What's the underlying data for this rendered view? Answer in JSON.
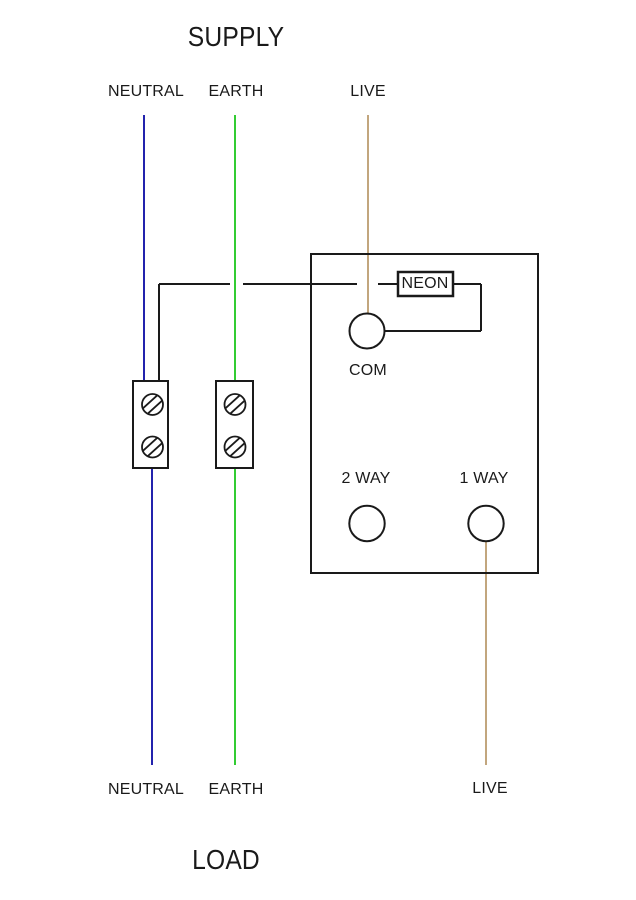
{
  "titles": {
    "supply": "SUPPLY",
    "load": "LOAD"
  },
  "supply": {
    "neutral": "NEUTRAL",
    "earth": "EARTH",
    "live": "LIVE"
  },
  "load": {
    "neutral": "NEUTRAL",
    "earth": "EARTH",
    "live": "LIVE"
  },
  "switch": {
    "neon": "NEON",
    "com": "COM",
    "two_way": "2 WAY",
    "one_way": "1 WAY"
  },
  "colors": {
    "neutral_wire": "#2323ad",
    "earth_wire": "#33cc33",
    "live_wire": "#c2a67e",
    "line": "#1a1a1a",
    "background": "#ffffff"
  }
}
